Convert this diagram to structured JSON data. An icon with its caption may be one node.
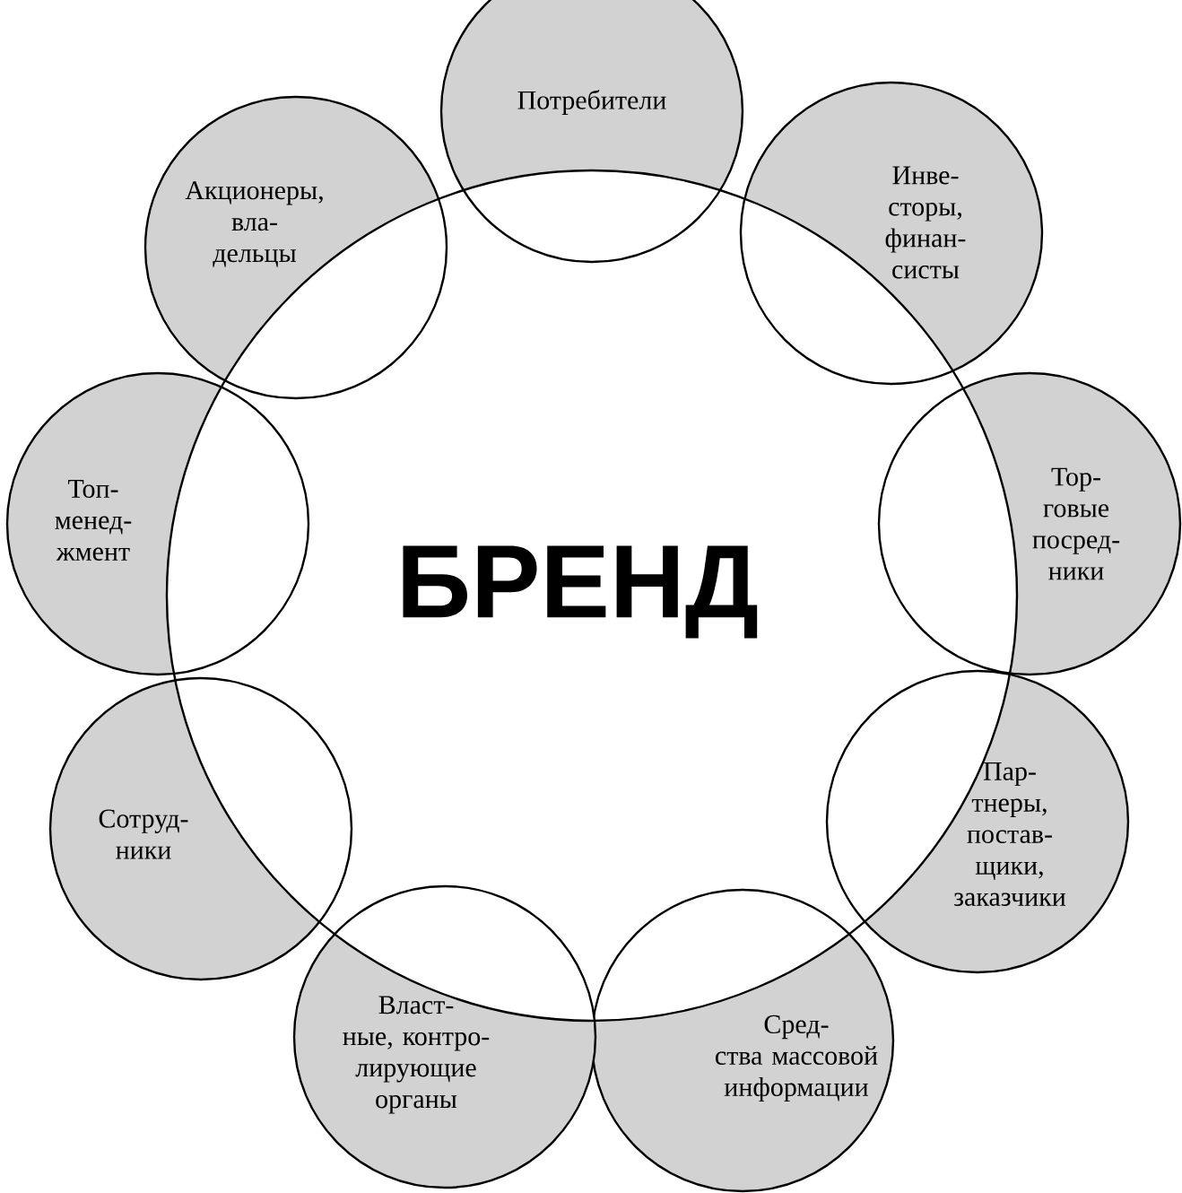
{
  "diagram": {
    "nodes": [
      {
        "text": [
          "БРЕНД"
        ]
      },
      {
        "text": [
          "Потребители"
        ]
      },
      {
        "text": [
          "Инве-сторы, финан-систы"
        ]
      },
      {
        "text": [
          "Тор-говые посред-ники"
        ]
      },
      {
        "text": [
          "Пар-тнеры, постав-щики, заказчики"
        ]
      },
      {
        "text": [
          "Сред-ства массовой информации"
        ]
      },
      {
        "text": [
          "Власт-ные, контро-лирующие органы"
        ]
      },
      {
        "text": [
          "Сотруд-ники"
        ]
      },
      {
        "text": [
          "Топ-менед-жмент"
        ]
      },
      {
        "text": [
          "Акционеры, вла-дельцы"
        ]
      }
    ]
  }
}
